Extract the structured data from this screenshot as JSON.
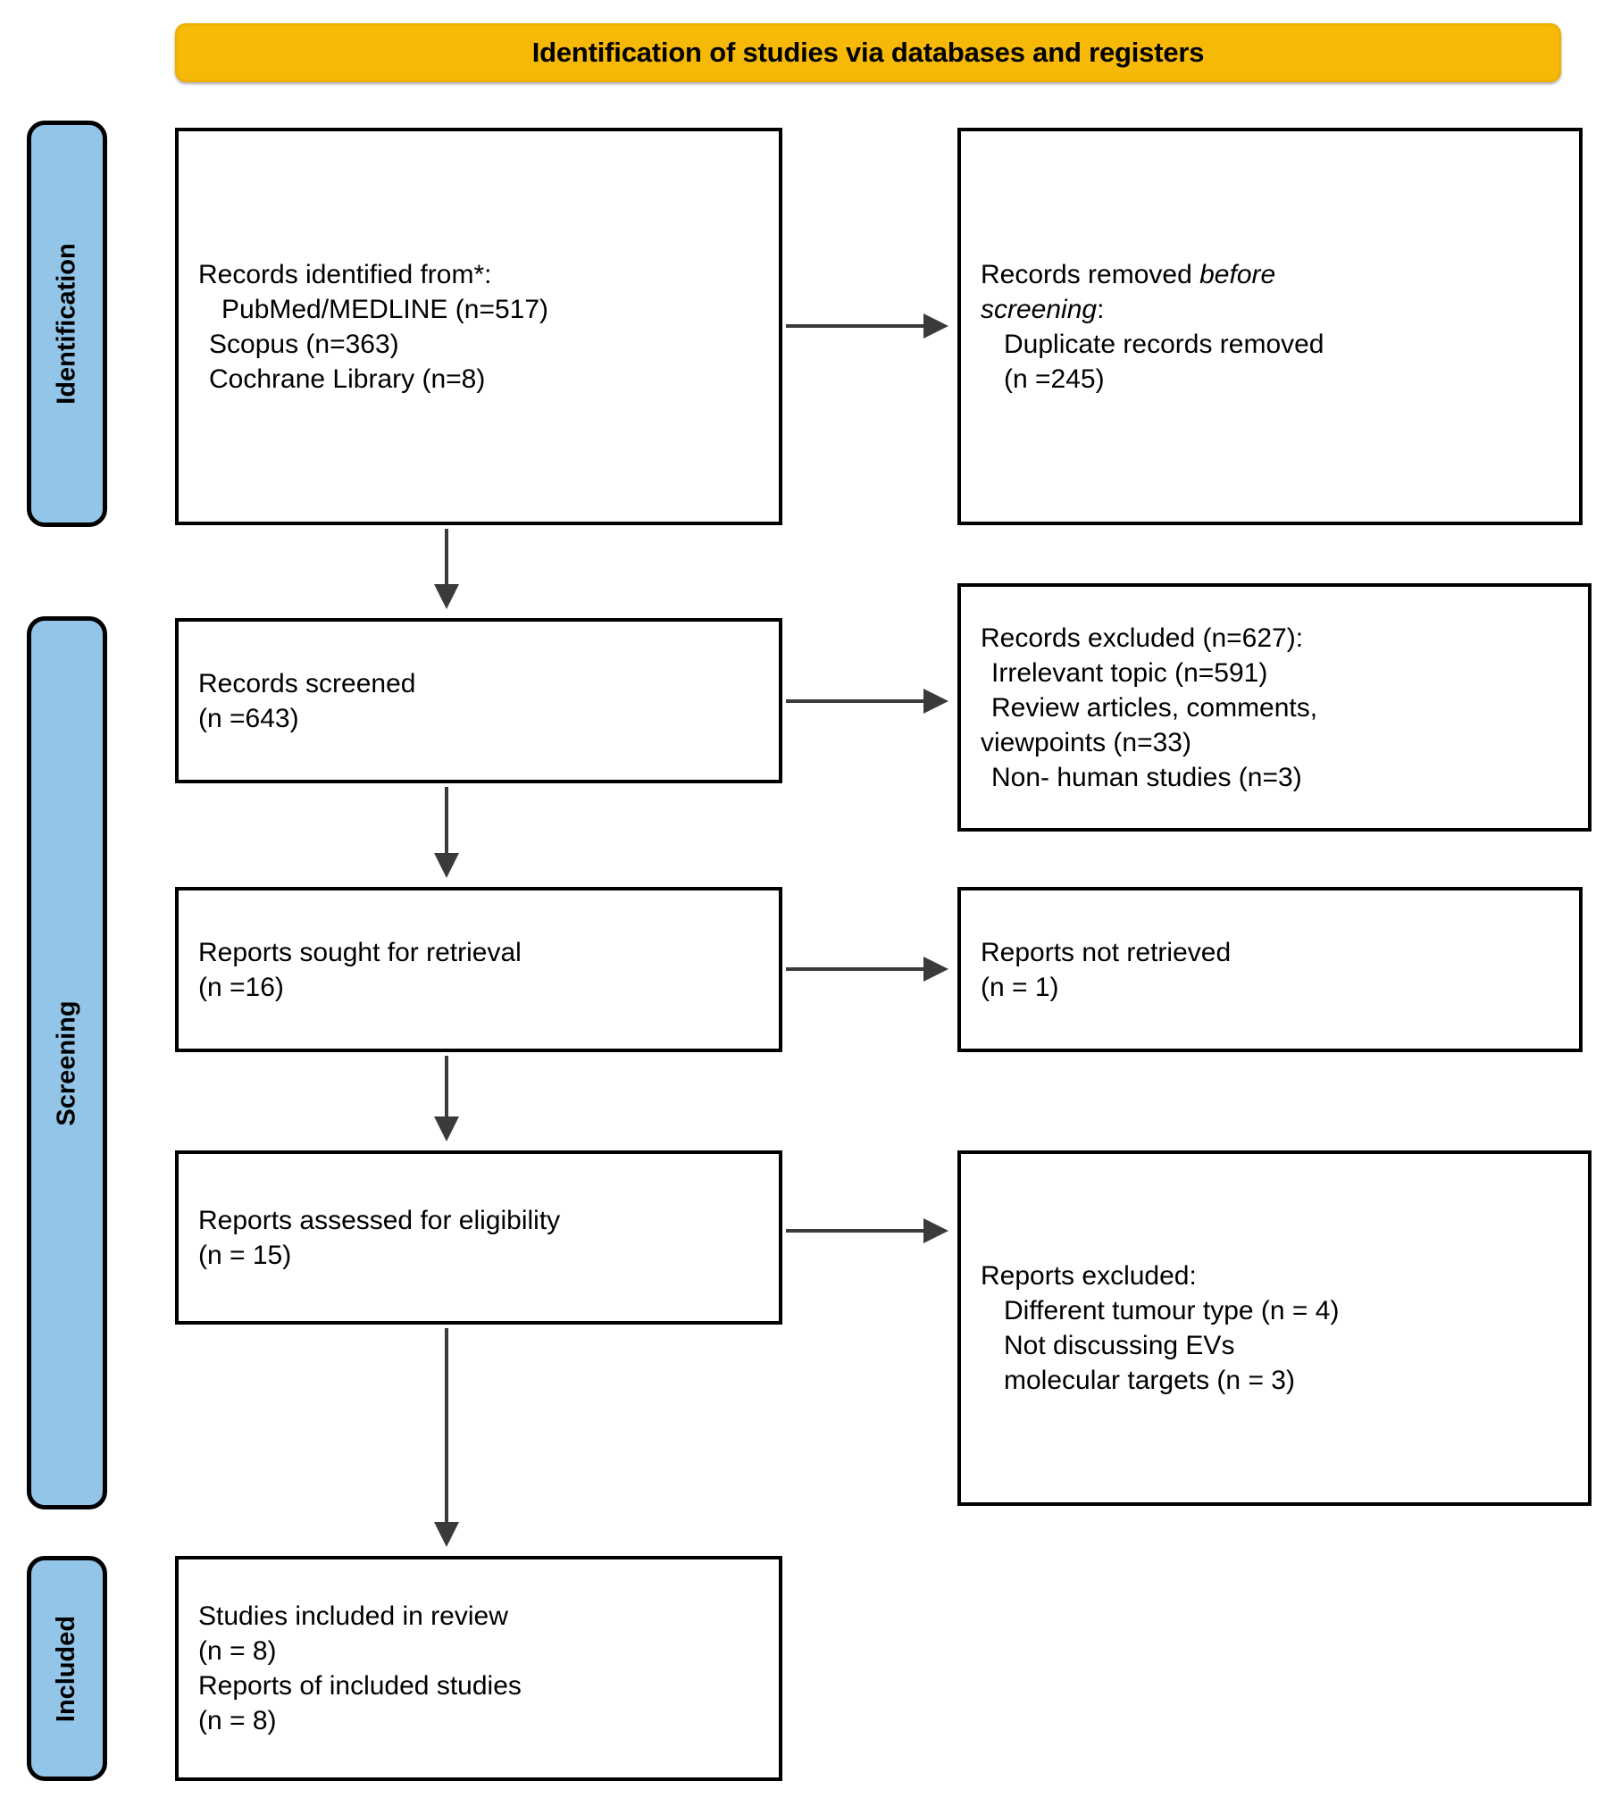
{
  "header": {
    "title": "Identification of studies via databases and registers",
    "background_color": "#f7b908"
  },
  "stages": {
    "identification": "Identification",
    "screening": "Screening",
    "included": "Included",
    "background_color": "#92c5e8"
  },
  "boxes": {
    "identified": {
      "name": "Records identified from*",
      "lines": [
        "Records identified from*:",
        "PubMed/MEDLINE (n=517)",
        "Scopus (n=363)",
        "Cochrane Library (n=8)"
      ],
      "sources": [
        {
          "label": "PubMed/MEDLINE",
          "n": 517
        },
        {
          "label": "Scopus",
          "n": 363
        },
        {
          "label": "Cochrane Library",
          "n": 8
        }
      ]
    },
    "removed_before_screening": {
      "line1_plain": "Records removed ",
      "line1_italic": "before",
      "line2_italic": "screening",
      "line2_plain": ":",
      "lines": [
        "Duplicate records removed",
        "(n =245)"
      ],
      "n": 245
    },
    "screened": {
      "lines": [
        "Records screened",
        "(n =643)"
      ],
      "n": 643
    },
    "records_excluded": {
      "lines": [
        "Records excluded (n=627):",
        "Irrelevant topic (n=591)",
        "Review articles, comments,",
        "viewpoints (n=33)",
        "Non- human studies (n=3)"
      ],
      "total": 627,
      "reasons": [
        {
          "label": "Irrelevant topic",
          "n": 591
        },
        {
          "label": "Review articles, comments, viewpoints",
          "n": 33
        },
        {
          "label": "Non- human studies",
          "n": 3
        }
      ]
    },
    "sought": {
      "lines": [
        "Reports sought for retrieval",
        "(n =16)"
      ],
      "n": 16
    },
    "not_retrieved": {
      "lines": [
        "Reports not retrieved",
        "(n = 1)"
      ],
      "n": 1
    },
    "assessed": {
      "lines": [
        "Reports assessed for eligibility",
        "(n = 15)"
      ],
      "n": 15
    },
    "reports_excluded": {
      "lines": [
        "Reports excluded:",
        "Different tumour type (n = 4)",
        "Not discussing EVs",
        "molecular targets (n = 3)"
      ],
      "reasons": [
        {
          "label": "Different tumour type",
          "n": 4
        },
        {
          "label": "Not discussing EVs molecular targets",
          "n": 3
        }
      ]
    },
    "included": {
      "lines": [
        "Studies included in review",
        "(n = 8)",
        "Reports of included studies",
        "(n = 8)"
      ],
      "studies_n": 8,
      "reports_n": 8
    }
  }
}
